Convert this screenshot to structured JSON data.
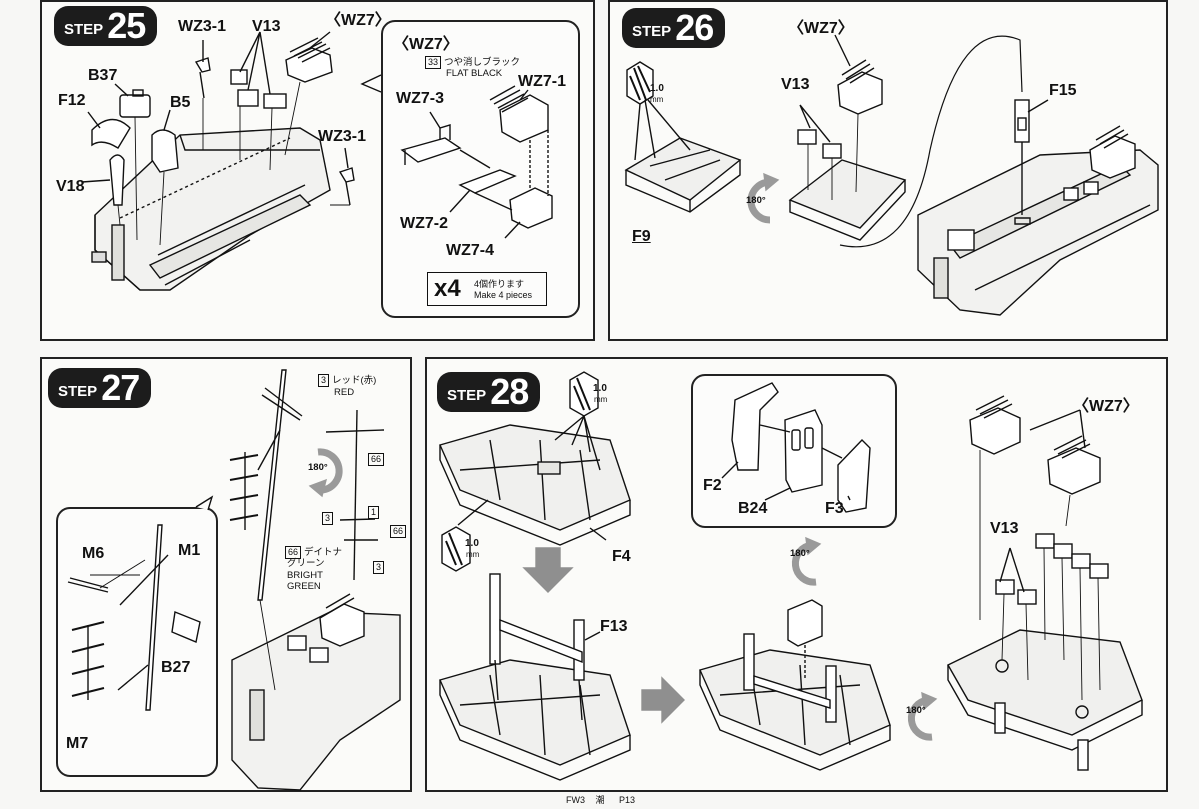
{
  "steps": {
    "s25": {
      "word": "STEP",
      "num": "25"
    },
    "s26": {
      "word": "STEP",
      "num": "26"
    },
    "s27": {
      "word": "STEP",
      "num": "27"
    },
    "s28": {
      "word": "STEP",
      "num": "28"
    }
  },
  "step25": {
    "parts": {
      "wz3_1a": "WZ3-1",
      "v13": "V13",
      "wz7": "〈WZ7〉",
      "b37": "B37",
      "f12": "F12",
      "b5": "B5",
      "v18": "V18",
      "wz3_1b": "WZ3-1"
    },
    "callout": {
      "title": "〈WZ7〉",
      "paint_num": "33",
      "paint_jp": "つや消しブラック",
      "paint_en": "FLAT BLACK",
      "wz7_1": "WZ7-1",
      "wz7_3": "WZ7-3",
      "wz7_2": "WZ7-2",
      "wz7_4": "WZ7-4",
      "mult": "x4",
      "mult_jp": "4個作ります",
      "mult_en": "Make 4 pieces"
    }
  },
  "step26": {
    "parts": {
      "wz7": "〈WZ7〉",
      "v13": "V13",
      "f15": "F15",
      "f9": "F9"
    },
    "drill": "1.0",
    "drill_unit": "mm",
    "rotate": "180°"
  },
  "step27": {
    "parts": {
      "m6": "M6",
      "m1": "M1",
      "b27": "B27",
      "m7": "M7"
    },
    "paint_red_num": "3",
    "paint_red_jp": "レッド(赤)",
    "paint_red_en": "RED",
    "paint_green_num": "66",
    "paint_green_jp": "デイトナ",
    "paint_green_jp2": "グリーン",
    "paint_green_en": "BRIGHT",
    "paint_green_en2": "GREEN",
    "tag_66a": "66",
    "tag_3a": "3",
    "tag_1": "1",
    "tag_66b": "66",
    "tag_3b": "3",
    "rotate": "180°"
  },
  "step28": {
    "parts": {
      "f4": "F4",
      "f13": "F13",
      "f2": "F2",
      "b24": "B24",
      "f3": "F3",
      "v13": "V13",
      "wz7": "〈WZ7〉"
    },
    "drill": "1.0",
    "drill_unit": "mm",
    "rotate": "180°"
  },
  "footer": {
    "model": "FW3",
    "name": "潮",
    "page": "P13"
  },
  "colors": {
    "ink": "#111111",
    "badge": "#1c1c1c",
    "arrow_gray": "#8f8f8f",
    "rotate_gray": "#9a9a9a"
  }
}
